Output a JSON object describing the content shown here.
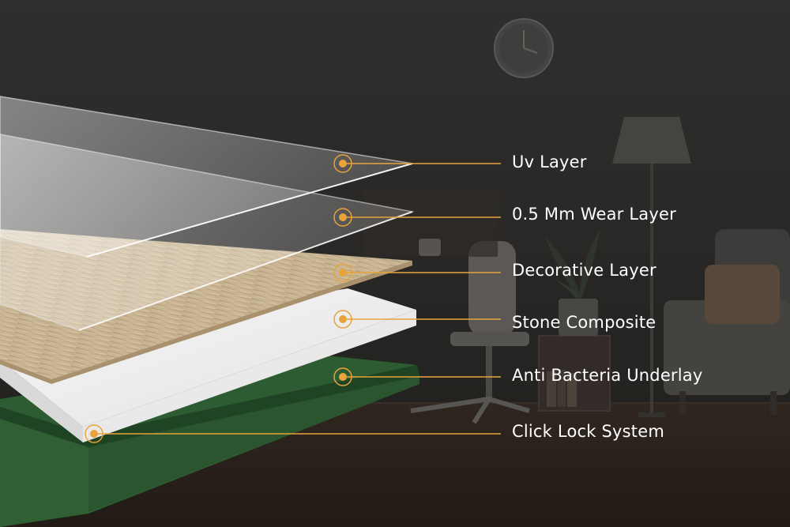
{
  "diagram": {
    "layers": [
      {
        "id": "uv-layer",
        "label": "Uv Layer"
      },
      {
        "id": "wear-layer",
        "label": "0.5 Mm Wear Layer"
      },
      {
        "id": "decorative-layer",
        "label": "Decorative Layer"
      },
      {
        "id": "stone-composite",
        "label": "Stone Composite"
      },
      {
        "id": "anti-bacteria-underlay",
        "label": "Anti Bacteria Underlay"
      },
      {
        "id": "click-lock-system",
        "label": "Click Lock System"
      }
    ],
    "colors": {
      "background": "#2f2e2c",
      "accent": "#e8a33c",
      "underlay": "#2e5c32",
      "stone": "#f3f3f3",
      "wood": "#c9b596",
      "label": "#ffffff"
    }
  }
}
